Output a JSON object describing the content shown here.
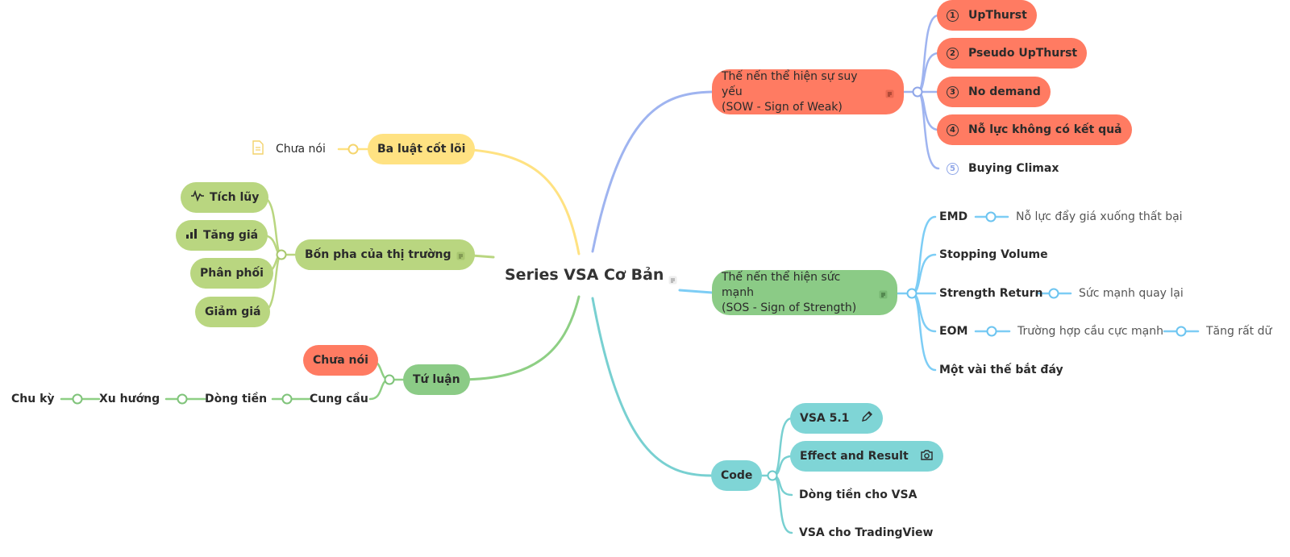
{
  "root": {
    "label": "Series VSA Cơ Bản"
  },
  "colors": {
    "yellow": "#ffe282",
    "green": "#b9d680",
    "green_dark": "#8bcb86",
    "salmon": "#ff7b62",
    "teal": "#7fd5d6",
    "blue_line": "#9fb4f0",
    "sky_line": "#7dcdf5",
    "teal_line": "#78d0d1",
    "green_line": "#8ecf84"
  },
  "left": {
    "ba_luat": {
      "label": "Ba luật cốt lõi",
      "child": "Chưa nói"
    },
    "bon_pha": {
      "label": "Bốn pha của thị trường",
      "children": [
        "Tích lũy",
        "Tăng giá",
        "Phân phối",
        "Giảm giá"
      ]
    },
    "tu_luan": {
      "label": "Tứ luận",
      "child_top": "Chưa nói",
      "chain": [
        "Cung cầu",
        "Dòng tiền",
        "Xu hướng",
        "Chu kỳ"
      ]
    }
  },
  "right": {
    "sow": {
      "line1": "Thế nến thể hiện sự suy yếu",
      "line2": "(SOW - Sign of Weak)",
      "items": [
        {
          "num": "1",
          "label": "UpThurst"
        },
        {
          "num": "2",
          "label": "Pseudo UpThurst"
        },
        {
          "num": "3",
          "label": "No demand"
        },
        {
          "num": "4",
          "label": "Nỗ lực không có kết quả"
        },
        {
          "num": "5",
          "label": "Buying Climax"
        }
      ]
    },
    "sos": {
      "line1": "Thế nến thể hiện sức mạnh",
      "line2": "(SOS - Sign of Strength)",
      "items": [
        {
          "label": "EMD",
          "sub": "Nỗ lực đẩy giá xuống thất bại"
        },
        {
          "label": "Stopping Volume"
        },
        {
          "label": "Strength Return",
          "sub": "Sức mạnh quay lại"
        },
        {
          "label": "EOM",
          "sub": "Trường hợp cầu cực mạnh",
          "sub2": "Tăng rất dữ"
        },
        {
          "label": "Một vài thế bắt đáy"
        }
      ]
    },
    "code": {
      "label": "Code",
      "items": [
        "VSA 5.1",
        "Effect and Result",
        "Dòng tiền cho VSA",
        "VSA cho TradingView"
      ]
    }
  }
}
